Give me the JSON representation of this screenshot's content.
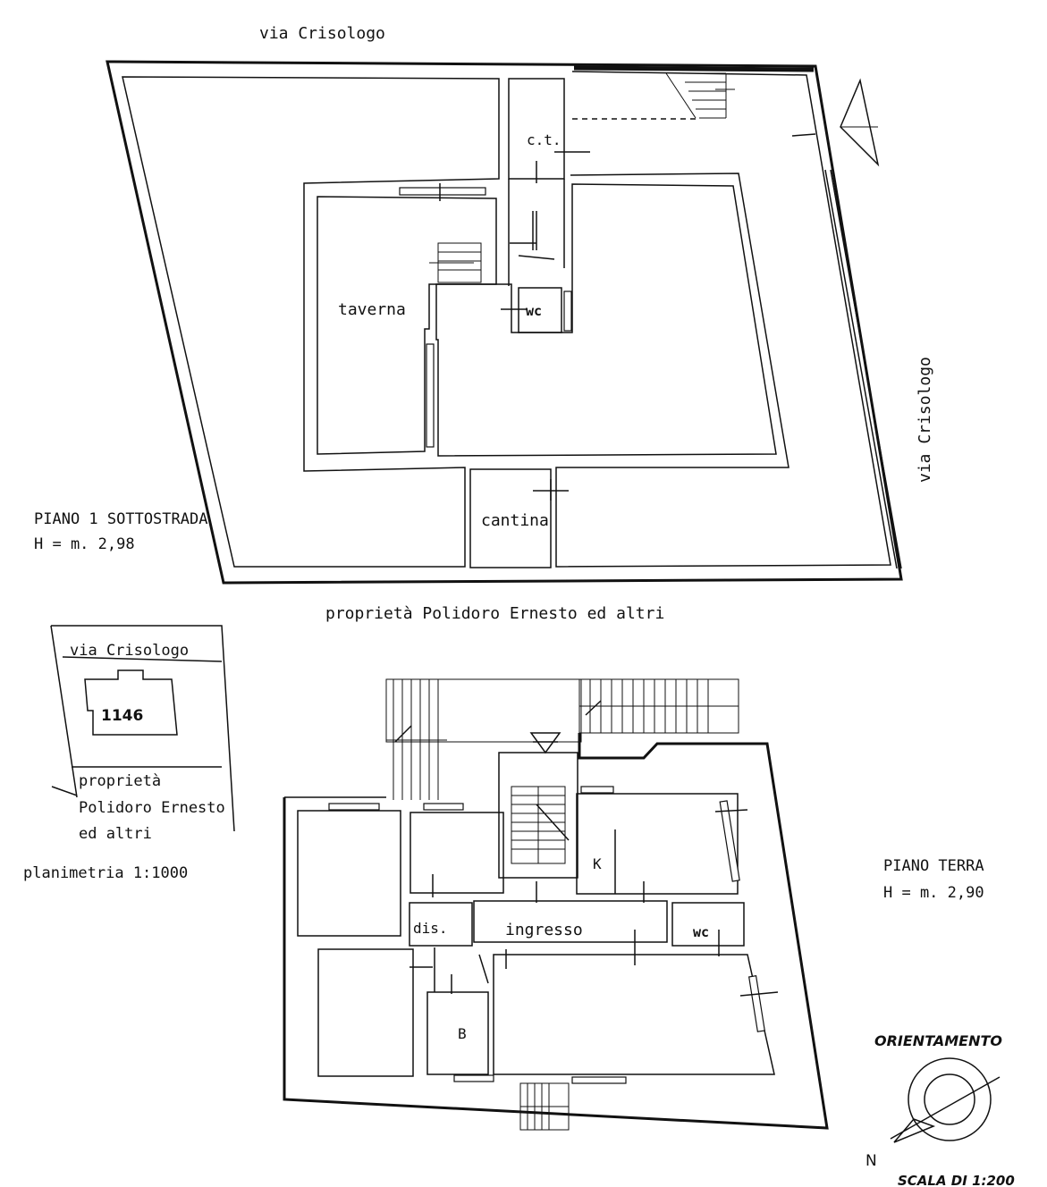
{
  "labels": {
    "street_top": "via Crisologo",
    "street_right": "via Crisologo",
    "basement_room_ct": "c.t.",
    "basement_room_taverna": "taverna",
    "basement_room_wc": "wc",
    "basement_room_cantina": "cantina",
    "basement_floor_title": "PIANO 1 SOTTOSTRADA",
    "basement_floor_height": "H = m. 2,98",
    "neighbor_property": "proprietà Polidoro Ernesto ed altri",
    "site_street": "via Crisologo",
    "site_parcel": "1146",
    "site_property_line1": "proprietà",
    "site_property_line2": "Polidoro Ernesto",
    "site_property_line3": "ed altri",
    "site_scale": "planimetria 1:1000",
    "ground_room_k": "K",
    "ground_room_dis": "dis.",
    "ground_room_ingresso": "ingresso",
    "ground_room_wc": "wc",
    "ground_room_b": "B",
    "ground_floor_title": "PIANO TERRA",
    "ground_floor_height": "H = m. 2,90",
    "orientation_title": "ORIENTAMENTO",
    "orientation_north": "N",
    "scale_label": "SCALA DI 1:200"
  }
}
